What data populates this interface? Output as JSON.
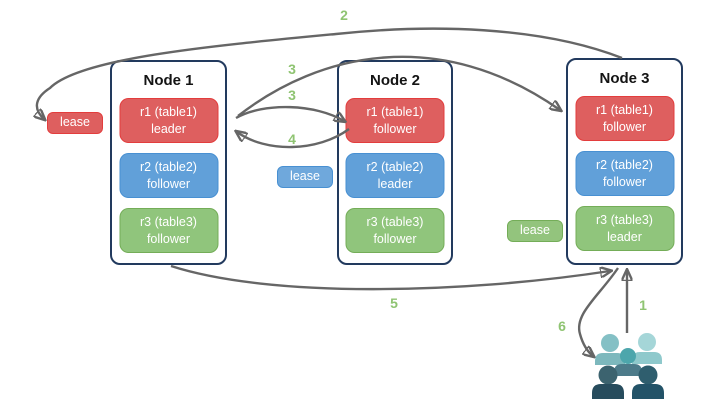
{
  "diagram": {
    "nodes": [
      {
        "title": "Node 1",
        "ranges": [
          {
            "range": "r1 (table1)",
            "role": "leader"
          },
          {
            "range": "r2 (table2)",
            "role": "follower"
          },
          {
            "range": "r3 (table3)",
            "role": "follower"
          }
        ]
      },
      {
        "title": "Node 2",
        "ranges": [
          {
            "range": "r1 (table1)",
            "role": "follower"
          },
          {
            "range": "r2 (table2)",
            "role": "leader"
          },
          {
            "range": "r3 (table3)",
            "role": "follower"
          }
        ]
      },
      {
        "title": "Node 3",
        "ranges": [
          {
            "range": "r1 (table1)",
            "role": "follower"
          },
          {
            "range": "r2 (table2)",
            "role": "follower"
          },
          {
            "range": "r3 (table3)",
            "role": "leader"
          }
        ]
      }
    ],
    "leases": [
      {
        "label": "lease",
        "color": "#de5f5f"
      },
      {
        "label": "lease",
        "color": "#6fa8dc"
      },
      {
        "label": "lease",
        "color": "#93c47d"
      }
    ],
    "steps": {
      "s1": "1",
      "s2": "2",
      "s3a": "3",
      "s3b": "3",
      "s4": "4",
      "s5": "5",
      "s6": "6"
    },
    "icons": {
      "users": "users-group-icon"
    },
    "colors": {
      "range_red": "#de5f5f",
      "range_red_border": "#e33d3d",
      "range_blue": "#61a0d9",
      "range_blue_border": "#4890d2",
      "range_green": "#90c57c",
      "range_green_border": "#74ad58",
      "node_border": "#223a5e",
      "arrow_gray": "#666666",
      "step_number_green": "#8fc472"
    }
  }
}
